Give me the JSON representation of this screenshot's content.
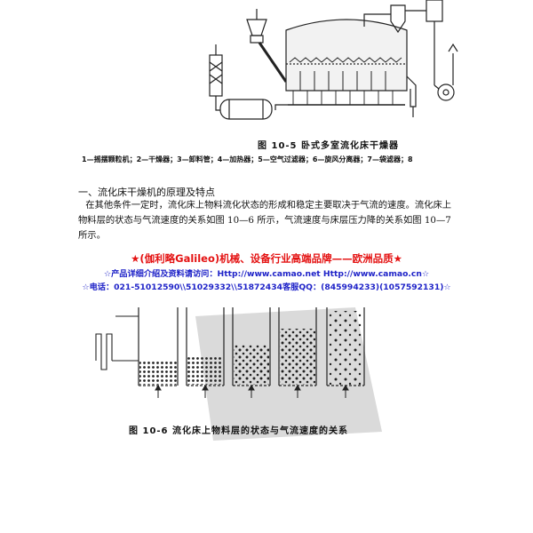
{
  "figure_top": {
    "caption": "图 10-5   卧式多室流化床干燥器",
    "legend": "1—摇摆颗粒机；2—干燥器；3—卸料管；4—加热器；5—空气过滤器；6—旋风分离器；7—袋滤器；8"
  },
  "section": {
    "heading": "一、流化床干燥机的原理及特点",
    "paragraph_lines": [
      "在其他条件一定时，流化床上物料流化状态的形成和稳定主要取决于气流的速度。流化床上",
      "物料层的状态与气流速度的关系如图 10—6 所示，气流速度与床层压力降的关系如图 10—7",
      "所示。"
    ]
  },
  "ad": {
    "line1": "★(伽利略Galileo)机械、设备行业高端品牌——欧洲品质★",
    "line2": "☆产品详细介绍及资料请访问：Http://www.camao.net Http://www.camao.cn☆",
    "line3": "☆电话：021-51012590\\\\51029332\\\\51872434客服QQ：(845994233)(1057592131)☆"
  },
  "figure_bottom": {
    "caption": "图 10-6    流化床上物料层的状态与气流速度的关系"
  },
  "colors": {
    "ad_red": "#e41212",
    "ad_blue": "#1f23c8"
  }
}
